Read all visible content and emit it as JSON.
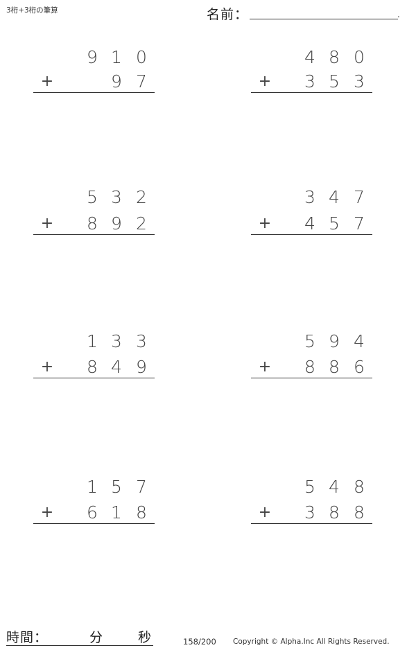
{
  "header": {
    "title": "3桁+3桁の筆算",
    "name_label": "名前：",
    "name_end": "."
  },
  "problems": [
    {
      "top": [
        "9",
        "1",
        "0"
      ],
      "bottom": [
        "",
        "9",
        "7"
      ],
      "operator": "+"
    },
    {
      "top": [
        "4",
        "8",
        "0"
      ],
      "bottom": [
        "3",
        "5",
        "3"
      ],
      "operator": "+"
    },
    {
      "top": [
        "5",
        "3",
        "2"
      ],
      "bottom": [
        "8",
        "9",
        "2"
      ],
      "operator": "+"
    },
    {
      "top": [
        "3",
        "4",
        "7"
      ],
      "bottom": [
        "4",
        "5",
        "7"
      ],
      "operator": "+"
    },
    {
      "top": [
        "1",
        "3",
        "3"
      ],
      "bottom": [
        "8",
        "4",
        "9"
      ],
      "operator": "+"
    },
    {
      "top": [
        "5",
        "9",
        "4"
      ],
      "bottom": [
        "8",
        "8",
        "6"
      ],
      "operator": "+"
    },
    {
      "top": [
        "1",
        "5",
        "7"
      ],
      "bottom": [
        "6",
        "1",
        "8"
      ],
      "operator": "+"
    },
    {
      "top": [
        "5",
        "4",
        "8"
      ],
      "bottom": [
        "3",
        "8",
        "8"
      ],
      "operator": "+"
    }
  ],
  "footer": {
    "time_label": "時間：",
    "minutes_label": "分",
    "seconds_label": "秒",
    "page": "158/200",
    "copyright": "Copyright © Alpha.Inc All Rights Reserved."
  }
}
